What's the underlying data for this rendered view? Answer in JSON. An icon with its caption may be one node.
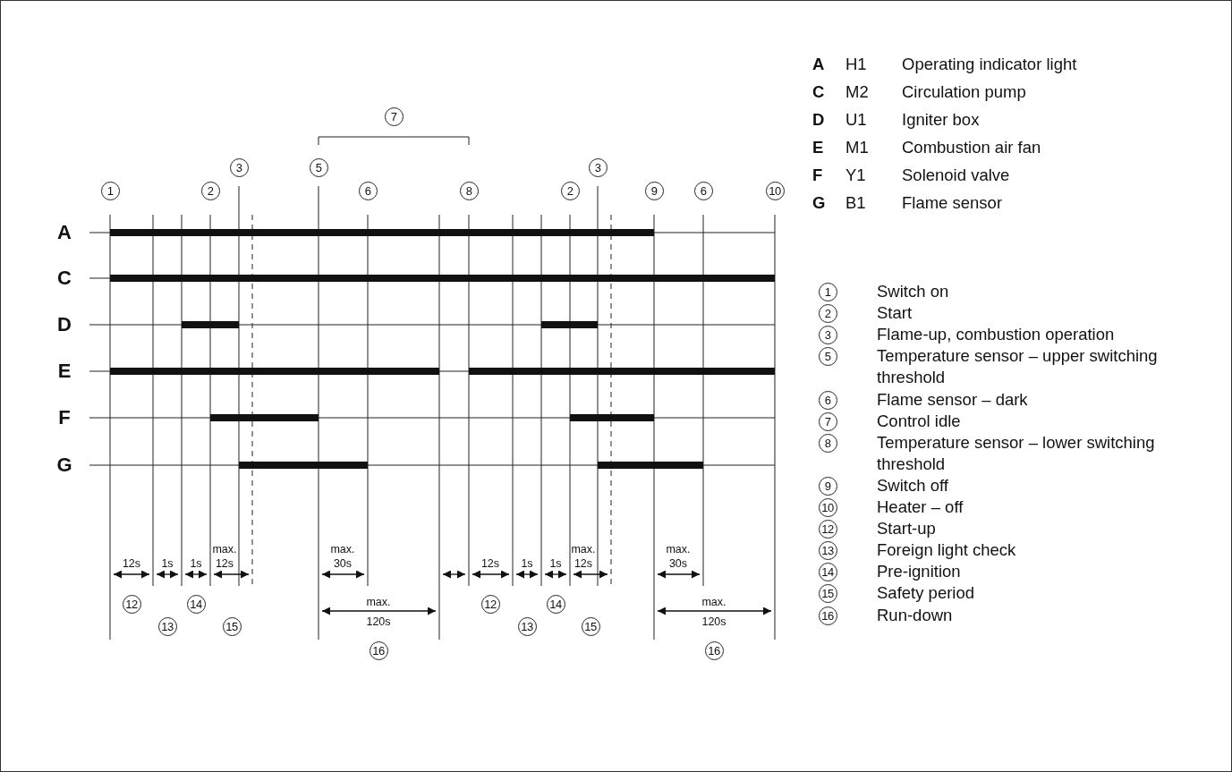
{
  "diagram": {
    "nodes": [
      {
        "text": [
          "7"
        ]
      },
      {
        "text": [
          "3"
        ]
      },
      {
        "text": [
          "5"
        ]
      },
      {
        "text": [
          "3"
        ]
      },
      {
        "text": [
          "1"
        ]
      },
      {
        "text": [
          "2"
        ]
      },
      {
        "text": [
          "6"
        ]
      },
      {
        "text": [
          "8"
        ]
      },
      {
        "text": [
          "2"
        ]
      },
      {
        "text": [
          "9"
        ]
      },
      {
        "text": [
          "6"
        ]
      },
      {
        "text": [
          "10"
        ]
      },
      {
        "text": [
          "12"
        ]
      },
      {
        "text": [
          "14"
        ]
      },
      {
        "text": [
          "12"
        ]
      },
      {
        "text": [
          "14"
        ]
      },
      {
        "text": [
          "13"
        ]
      },
      {
        "text": [
          "15"
        ]
      },
      {
        "text": [
          "13"
        ]
      },
      {
        "text": [
          "15"
        ]
      },
      {
        "text": [
          "16"
        ]
      },
      {
        "text": [
          "16"
        ]
      },
      {
        "text": [
          "1"
        ],
        "beside": [
          "Switch on"
        ]
      },
      {
        "text": [
          "2"
        ],
        "beside": [
          "Start"
        ]
      },
      {
        "text": [
          "3"
        ],
        "beside": [
          "Flame-up, combustion operation"
        ]
      },
      {
        "text": [
          "5"
        ],
        "beside": [
          "Temperature sensor – upper switching threshold"
        ]
      },
      {
        "text": [
          "6"
        ],
        "beside": [
          "Flame sensor – dark"
        ]
      },
      {
        "text": [
          "7"
        ],
        "beside": [
          "Control idle"
        ]
      },
      {
        "text": [
          "8"
        ],
        "beside": [
          "Temperature sensor – lower switching threshold"
        ]
      },
      {
        "text": [
          "9"
        ],
        "beside": [
          "Switch off"
        ]
      },
      {
        "text": [
          "10"
        ],
        "beside": [
          "Heater – off"
        ]
      },
      {
        "text": [
          "12"
        ],
        "beside": [
          "Start-up"
        ]
      },
      {
        "text": [
          "13"
        ],
        "beside": [
          "Foreign light check"
        ]
      },
      {
        "text": [
          "14"
        ],
        "beside": [
          "Pre-ignition"
        ]
      },
      {
        "text": [
          "15"
        ],
        "beside": [
          "Safety period"
        ]
      },
      {
        "text": [
          "16"
        ],
        "beside": [
          "Run-down"
        ]
      }
    ],
    "labels": [
      "A",
      "H1",
      "Operating indicator light",
      "C",
      "M2",
      "Circulation pump",
      "D",
      "U1",
      "Igniter box",
      "E",
      "M1",
      "Combustion air fan",
      "F",
      "Y1",
      "Solenoid valve",
      "G",
      "B1",
      "Flame sensor",
      "A",
      "C",
      "D",
      "E",
      "F",
      "G",
      "12s",
      "1s",
      "1s",
      "max. 12s",
      "max. 30s",
      "12s",
      "1s",
      "1s",
      "max. 12s",
      "max. 30s",
      "max. 120s",
      "max. 120s"
    ]
  }
}
